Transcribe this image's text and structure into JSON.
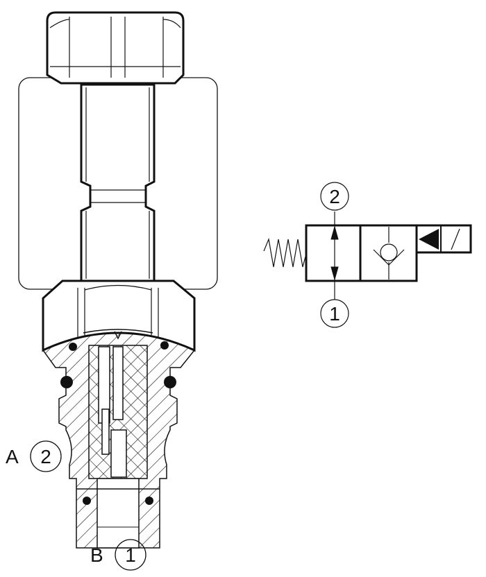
{
  "cartridge": {
    "port_a_letter": "A",
    "port_a_number": "2",
    "port_b_letter": "B",
    "port_b_number": "1"
  },
  "symbol": {
    "top_port": "2",
    "bottom_port": "1"
  },
  "colors": {
    "line": "#111111",
    "background": "#ffffff"
  }
}
